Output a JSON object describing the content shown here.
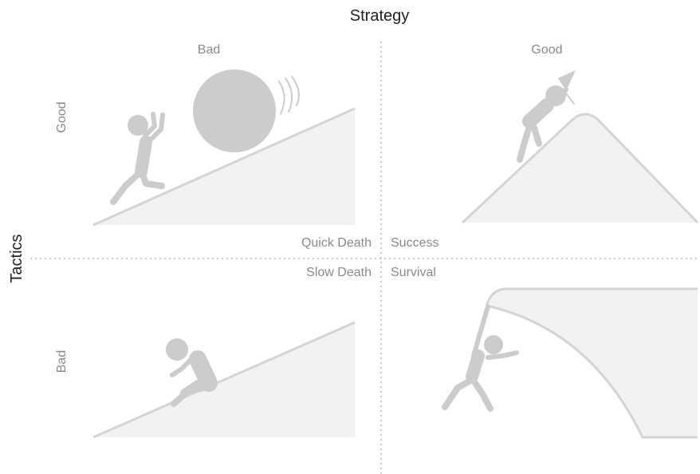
{
  "title": "Strategy",
  "y_axis_title": "Tactics",
  "strategy_labels": {
    "bad": "Bad",
    "good": "Good"
  },
  "tactics_labels": {
    "good": "Good",
    "bad": "Bad"
  },
  "quadrants": {
    "top_left": "Quick Death",
    "top_right": "Success",
    "bottom_left": "Slow Death",
    "bottom_right": "Survival"
  },
  "colors": {
    "figure": "#cccccc",
    "terrain_fill": "#f2f2f2",
    "terrain_line": "#d4d4d4",
    "divider": "#bbbbbb",
    "label_text": "#8a8a8a",
    "title_text": "#222222"
  }
}
